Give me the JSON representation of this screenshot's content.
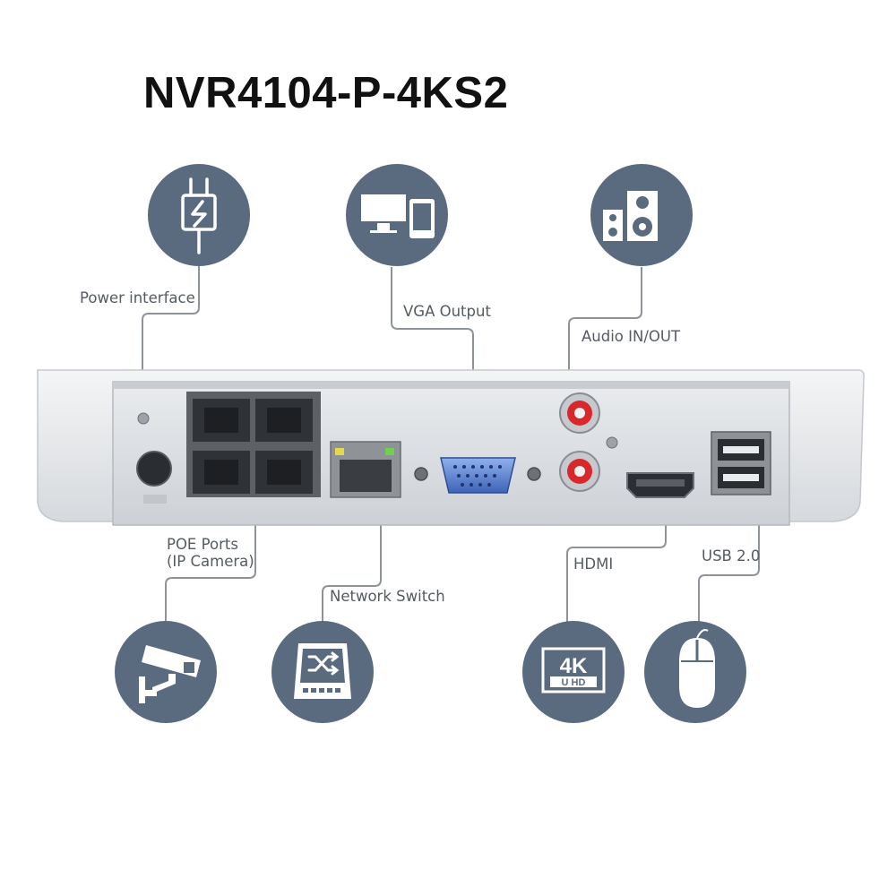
{
  "title": "NVR4104-P-4KS2",
  "labels": {
    "power": "Power interface",
    "vga": "VGA Output",
    "audio": "Audio IN/OUT",
    "poe_line1": "POE Ports",
    "poe_line2": "(IP Camera)",
    "network": "Network Switch",
    "hdmi": "HDMI",
    "usb": "USB 2.0"
  },
  "icons": {
    "power": "power-plug-icon",
    "vga": "monitor-tablet-icon",
    "audio": "speaker-icon",
    "poe": "cctv-camera-icon",
    "network": "network-switch-icon",
    "hdmi": "4k-uhd-icon",
    "usb": "mouse-icon"
  },
  "badge_text": {
    "k4": "4K",
    "uhd": "U HD"
  },
  "colors": {
    "circle": "#5a6b80",
    "connector_line": "#8e9399",
    "panel": "#dfe2e6",
    "port": "#3a3d42",
    "vga_port": "#4a6fc2",
    "audio_red": "#d8282c"
  }
}
